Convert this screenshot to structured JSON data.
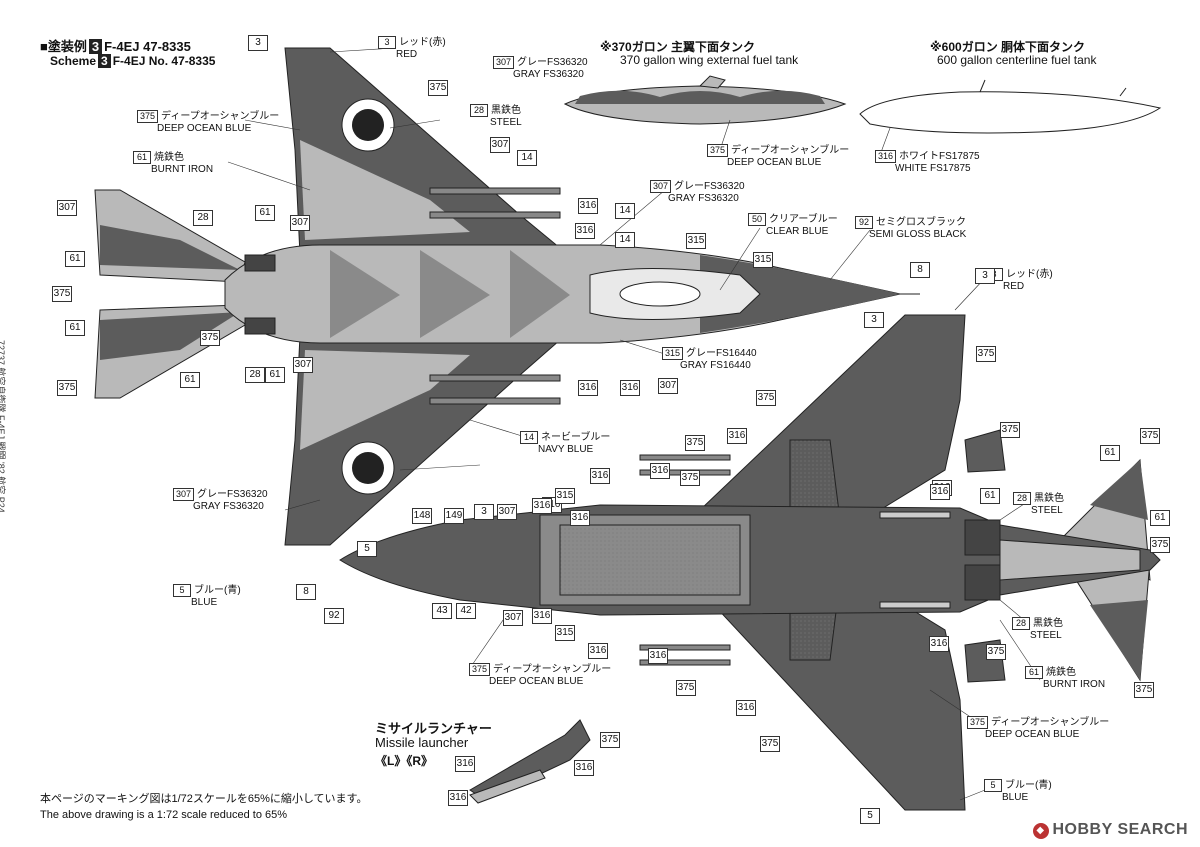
{
  "header": {
    "bullet": "■",
    "title_jp": "塗装例",
    "scheme_num": "3",
    "aircraft_jp": "F-4EJ 47-8335",
    "scheme_label": "Scheme",
    "aircraft_en": "F-4EJ No. 47-8335"
  },
  "side_caption": "72737 航空自衛隊 F-4EJ 戦闘 '82 航空 P24",
  "tank370": {
    "jp": "※370ガロン 主翼下面タンク",
    "en": "370 gallon wing external fuel tank"
  },
  "tank600": {
    "jp": "※600ガロン 胴体下面タンク",
    "en": "600 gallon centerline fuel tank"
  },
  "launcher": {
    "jp": "ミサイルランチャー",
    "en": "Missile launcher",
    "lr": "《L》《R》"
  },
  "footer": {
    "jp": "本ページのマーキング図は1/72スケールを65%に縮小しています。",
    "en": "The above drawing is a 1:72 scale reduced to 65%"
  },
  "logo": "HOBBY SEARCH",
  "colors": {
    "dark": "#5c5c5c",
    "light": "#b9b9b9",
    "mid": "#8a8a8a",
    "line": "#222222",
    "logo_red": "#b33333"
  },
  "callouts": [
    {
      "num": "3",
      "jp": "レッド(赤)",
      "en": "RED"
    },
    {
      "num": "375",
      "jp": "ディープオーシャンブルー",
      "en": "DEEP OCEAN BLUE"
    },
    {
      "num": "28",
      "jp": "黒鉄色",
      "en": "STEEL"
    },
    {
      "num": "61",
      "jp": "焼鉄色",
      "en": "BURNT IRON"
    },
    {
      "num": "307",
      "jp": "グレーFS36320",
      "en": "GRAY FS36320"
    },
    {
      "num": "50",
      "jp": "クリアーブルー",
      "en": "CLEAR BLUE"
    },
    {
      "num": "92",
      "jp": "セミグロスブラック",
      "en": "SEMI GLOSS BLACK"
    },
    {
      "num": "315",
      "jp": "グレーFS16440",
      "en": "GRAY FS16440"
    },
    {
      "num": "14",
      "jp": "ネービーブルー",
      "en": "NAVY BLUE"
    },
    {
      "num": "5",
      "jp": "ブルー(青)",
      "en": "BLUE"
    },
    {
      "num": "307",
      "jp": "グレーFS36320",
      "en": "GRAY FS36320"
    },
    {
      "num": "375",
      "jp": "ディープオーシャンブルー",
      "en": "DEEP OCEAN BLUE"
    },
    {
      "num": "316",
      "jp": "ホワイトFS17875",
      "en": "WHITE FS17875"
    },
    {
      "num": "3",
      "jp": "レッド(赤)",
      "en": "RED"
    },
    {
      "num": "28",
      "jp": "黒鉄色",
      "en": "STEEL"
    },
    {
      "num": "28",
      "jp": "黒鉄色",
      "en": "STEEL"
    },
    {
      "num": "61",
      "jp": "焼鉄色",
      "en": "BURNT IRON"
    },
    {
      "num": "375",
      "jp": "ディープオーシャンブルー",
      "en": "DEEP OCEAN BLUE"
    },
    {
      "num": "5",
      "jp": "ブルー(青)",
      "en": "BLUE"
    },
    {
      "num": "375",
      "jp": "ディープオーシャンブルー",
      "en": "DEEP OCEAN BLUE"
    },
    {
      "num": "307",
      "jp": "グレーFS36320",
      "en": "GRAY FS36320"
    }
  ],
  "tags": [
    "3",
    "3",
    "375",
    "375",
    "61",
    "307",
    "28",
    "61",
    "307",
    "375",
    "61",
    "375",
    "61",
    "375",
    "28",
    "61",
    "307",
    "14",
    "316",
    "316",
    "316",
    "14",
    "316",
    "307",
    "315",
    "315",
    "307",
    "375",
    "316",
    "14",
    "8",
    "3",
    "375",
    "375",
    "316",
    "316",
    "375",
    "375",
    "316",
    "375",
    "316",
    "61",
    "61",
    "61",
    "375",
    "316",
    "316",
    "316",
    "375",
    "316",
    "375",
    "5",
    "8",
    "92",
    "148",
    "149",
    "3",
    "307",
    "316",
    "315",
    "316",
    "43",
    "42",
    "307",
    "316",
    "315",
    "316",
    "316",
    "375",
    "316",
    "375",
    "316",
    "5"
  ]
}
